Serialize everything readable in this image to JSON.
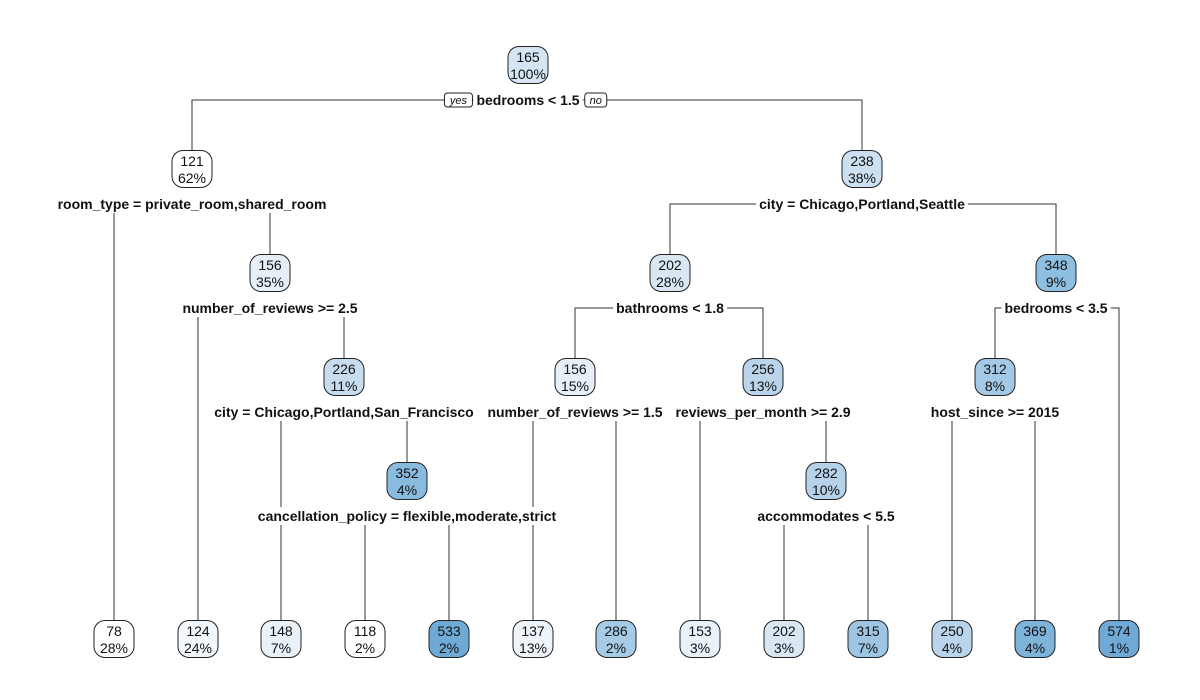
{
  "tree": {
    "branch_labels": {
      "yes": "yes",
      "no": "no"
    },
    "nodes": [
      {
        "id": "n1",
        "value": "165",
        "pct": "100%",
        "fill": "#d5e5f3",
        "split": "bedrooms < 1.5"
      },
      {
        "id": "n2",
        "value": "121",
        "pct": "62%",
        "fill": "#ffffff",
        "split": "room_type = private_room,shared_room"
      },
      {
        "id": "n3",
        "value": "238",
        "pct": "38%",
        "fill": "#cde0f1",
        "split": "city = Chicago,Portland,Seattle"
      },
      {
        "id": "n4",
        "value": "78",
        "pct": "28%",
        "fill": "#ffffff"
      },
      {
        "id": "n5",
        "value": "156",
        "pct": "35%",
        "fill": "#e6eff8",
        "split": "number_of_reviews >= 2.5"
      },
      {
        "id": "n6",
        "value": "202",
        "pct": "28%",
        "fill": "#d9e7f4",
        "split": "bathrooms < 1.8"
      },
      {
        "id": "n7",
        "value": "348",
        "pct": "9%",
        "fill": "#8fbfe0",
        "split": "bedrooms < 3.5"
      },
      {
        "id": "n10",
        "value": "124",
        "pct": "24%",
        "fill": "#f2f7fb"
      },
      {
        "id": "n11",
        "value": "226",
        "pct": "11%",
        "fill": "#c8dcef",
        "split": "city = Chicago,Portland,San_Francisco"
      },
      {
        "id": "n12",
        "value": "156",
        "pct": "15%",
        "fill": "#e6eff8",
        "split": "number_of_reviews >= 1.5"
      },
      {
        "id": "n13",
        "value": "256",
        "pct": "13%",
        "fill": "#bad5eb",
        "split": "reviews_per_month >= 2.9"
      },
      {
        "id": "n14",
        "value": "312",
        "pct": "8%",
        "fill": "#a3c9e6",
        "split": "host_since >= 2015"
      },
      {
        "id": "n15",
        "value": "574",
        "pct": "1%",
        "fill": "#6fa9d6"
      },
      {
        "id": "n22",
        "value": "148",
        "pct": "7%",
        "fill": "#e9f1f9"
      },
      {
        "id": "n23",
        "value": "352",
        "pct": "4%",
        "fill": "#89bbdf",
        "split": "cancellation_policy = flexible,moderate,strict"
      },
      {
        "id": "n24",
        "value": "137",
        "pct": "13%",
        "fill": "#eef4fa"
      },
      {
        "id": "n25",
        "value": "286",
        "pct": "2%",
        "fill": "#a6cbe6"
      },
      {
        "id": "n26",
        "value": "153",
        "pct": "3%",
        "fill": "#e9f1f9"
      },
      {
        "id": "n27",
        "value": "282",
        "pct": "10%",
        "fill": "#b5d2ea",
        "split": "accommodates < 5.5"
      },
      {
        "id": "n28",
        "value": "250",
        "pct": "4%",
        "fill": "#bad5eb"
      },
      {
        "id": "n29",
        "value": "369",
        "pct": "4%",
        "fill": "#7eb3da"
      },
      {
        "id": "n46",
        "value": "118",
        "pct": "2%",
        "fill": "#ffffff"
      },
      {
        "id": "n47",
        "value": "533",
        "pct": "2%",
        "fill": "#6fa9d6"
      },
      {
        "id": "n54",
        "value": "202",
        "pct": "3%",
        "fill": "#d9e7f4"
      },
      {
        "id": "n55",
        "value": "315",
        "pct": "7%",
        "fill": "#9ec6e4"
      }
    ]
  }
}
